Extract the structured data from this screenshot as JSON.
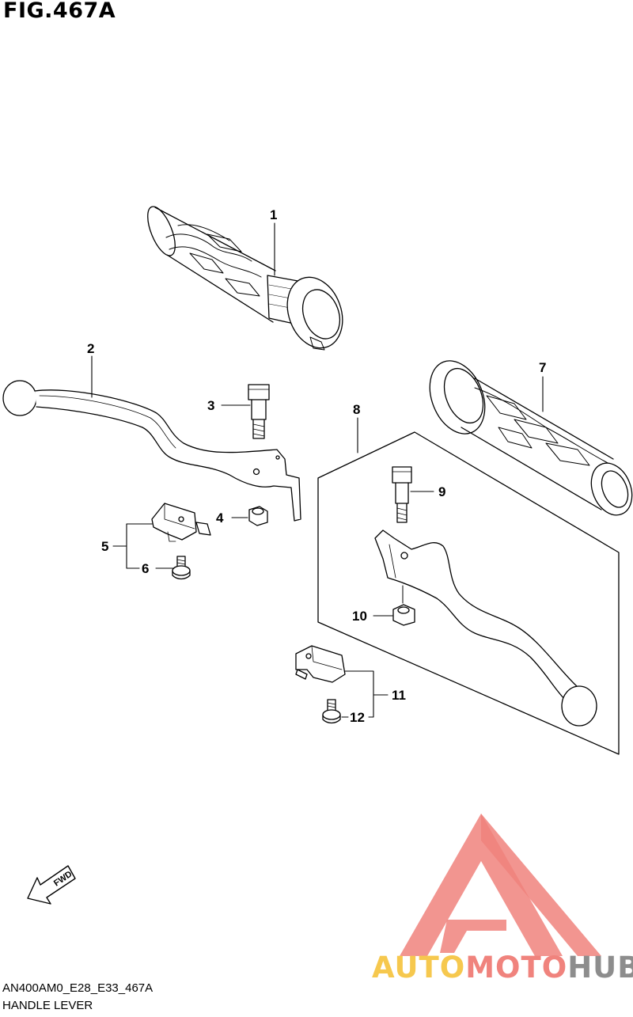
{
  "figure": {
    "title": "FIG.467A",
    "model_code": "AN400AM0_E28_E33_467A",
    "caption": "HANDLE LEVER"
  },
  "fwd_label": "FWD",
  "callouts": [
    "1",
    "2",
    "3",
    "4",
    "5",
    "6",
    "7",
    "8",
    "9",
    "10",
    "11",
    "12"
  ],
  "watermark": {
    "brand_auto": "AUTO",
    "brand_moto": "MOTO",
    "brand_hub": "HUB",
    "colors": {
      "auto": "#f6c84e",
      "moto": "#f0837d",
      "hub": "#8d8d8d",
      "triangle": "#f0837d"
    }
  }
}
